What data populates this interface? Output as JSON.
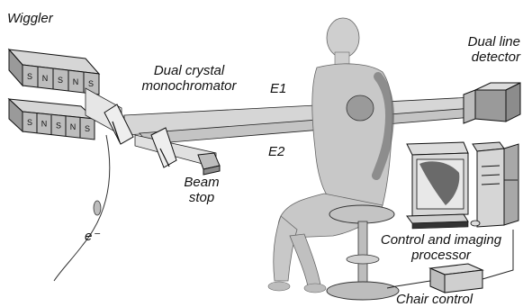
{
  "labels": {
    "wiggler": "Wiggler",
    "monochromator_line1": "Dual crystal",
    "monochromator_line2": "monochromator",
    "beam_e1": "E1",
    "beam_e2": "E2",
    "beam_stop_line1": "Beam",
    "beam_stop_line2": "stop",
    "electron": "e⁻",
    "detector_line1": "Dual line",
    "detector_line2": "detector",
    "processor_line1": "Control and imaging",
    "processor_line2": "processor",
    "chair_control": "Chair control"
  },
  "magnet_poles_top": [
    "S",
    "N",
    "S",
    "N",
    "S"
  ],
  "magnet_poles_bottom": [
    "S",
    "N",
    "S",
    "N",
    "S"
  ],
  "colors": {
    "ink": "#111111",
    "magnet_light": "#bdbdbd",
    "magnet_dark": "#8c8c8c",
    "beam": "#d0d0d0",
    "patient": "#c8c8c8",
    "equipment": "#dcdcdc"
  }
}
